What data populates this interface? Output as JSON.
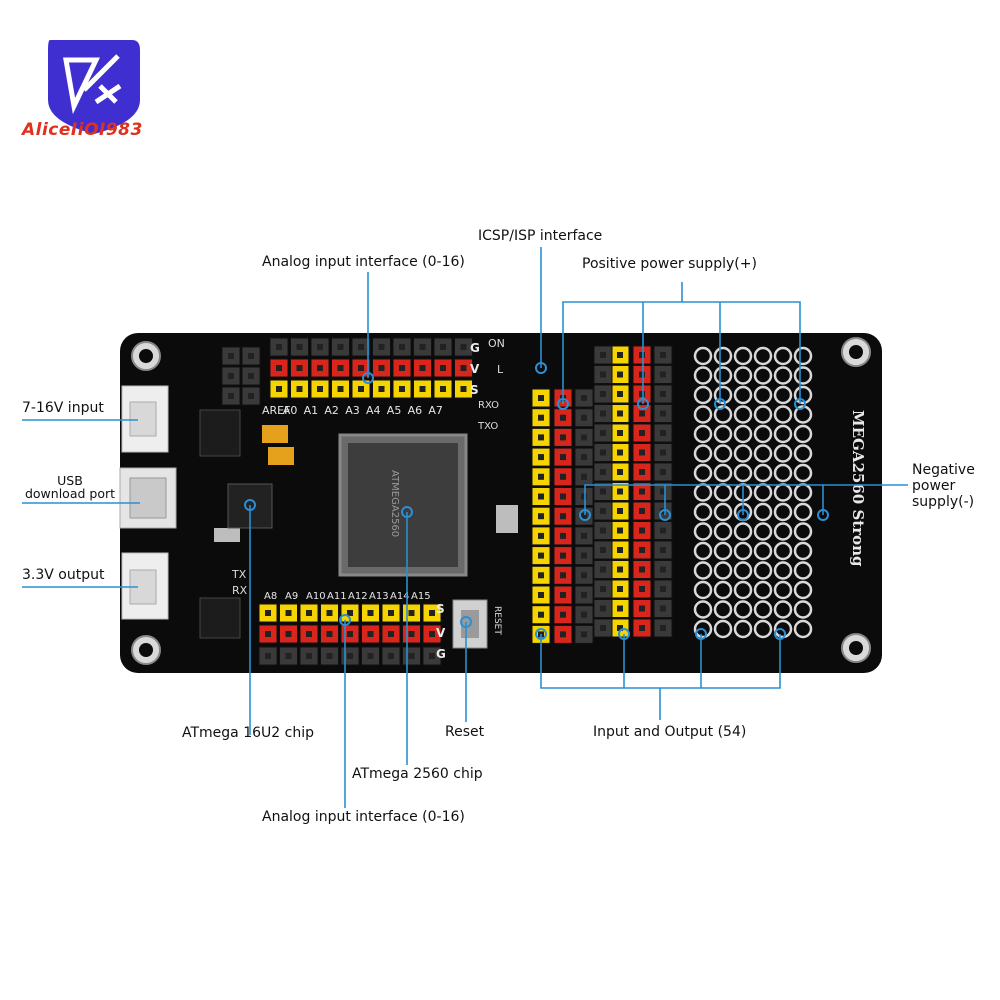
{
  "brand": {
    "name": "AliceIiOI983",
    "colors": {
      "shield": "#3f2fd0",
      "text": "#e0301e"
    }
  },
  "board": {
    "silk_title": "MEGA2560 Strong",
    "power_leds": [
      "ON",
      "L"
    ],
    "uart": [
      "RXO",
      "TXO",
      "TX",
      "RX"
    ],
    "analog_top": [
      "AREF",
      "A0",
      "A1",
      "A2",
      "A3",
      "A4",
      "A5",
      "A6",
      "A7"
    ],
    "analog_bottom": [
      "A8",
      "A9",
      "A10",
      "A11",
      "A12",
      "A13",
      "A14",
      "A15"
    ],
    "row_markers": [
      "G",
      "V",
      "S"
    ],
    "chip_text": "ATMEGA2560",
    "reset_text": "RESET",
    "colors": {
      "pcb": "#0b0b0b",
      "yellow": "#f5d400",
      "red": "#d9261c",
      "pin": "#3a3a3a",
      "line": "#2a8fd4"
    }
  },
  "callouts": {
    "analog_top": "Analog input interface (0-16)",
    "icsp": "ICSP/ISP interface",
    "positive": "Positive power supply(+)",
    "v_input": "7-16V input",
    "usb_line1": "USB",
    "usb_line2": "download port",
    "out33": "3.3V output",
    "negative_line1": "Negative",
    "negative_line2": "power",
    "negative_line3": "supply(-)",
    "atmega16u2": "ATmega 16U2 chip",
    "reset": "Reset",
    "io": "Input and Output (54)",
    "atmega2560": "ATmega 2560 chip",
    "analog_bottom": "Analog input interface (0-16)"
  }
}
